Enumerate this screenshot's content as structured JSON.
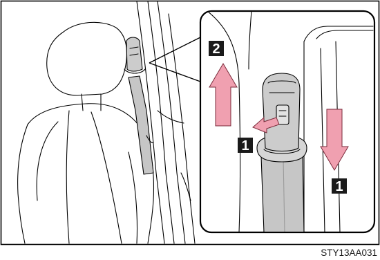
{
  "figure": {
    "code": "STY13AA031",
    "steps": {
      "press_release_button": "1",
      "pull_down_belt": "1",
      "slide_anchor_up": "2"
    },
    "colors": {
      "arrow_fill": "#f0a0b0",
      "arrow_stroke": "#7a2a3a",
      "belt_fill": "#c6c6c6",
      "anchor_fill": "#cccccc",
      "label_box": "#1a1a1a",
      "line": "#000000"
    }
  }
}
